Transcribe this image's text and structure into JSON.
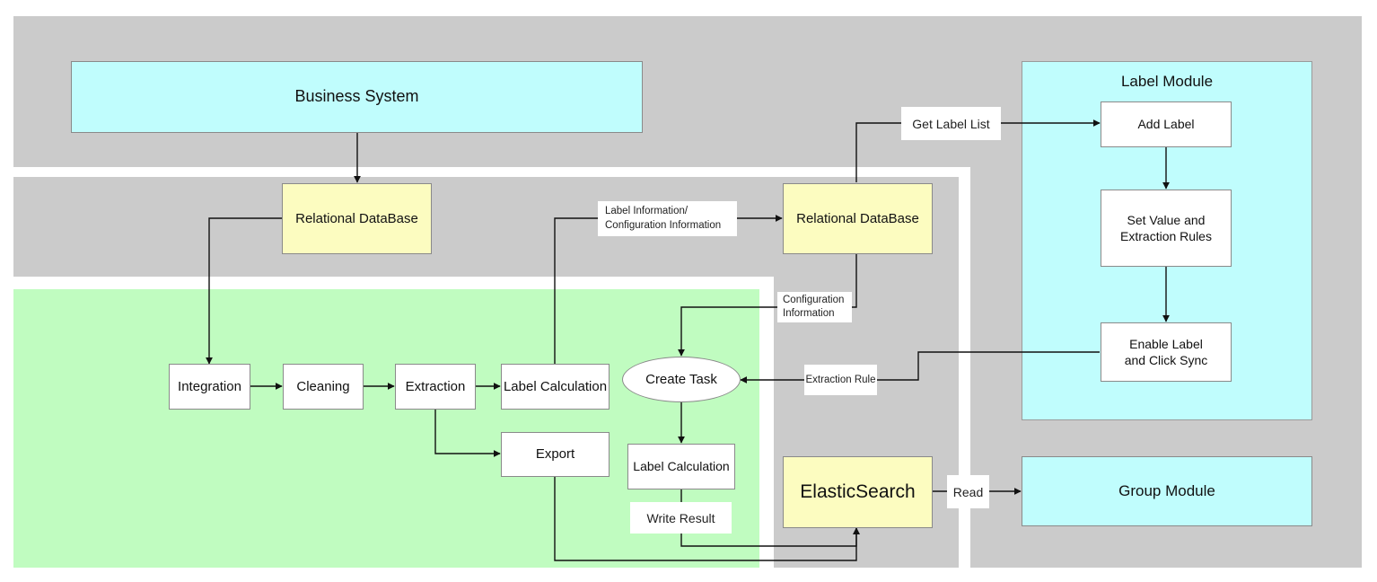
{
  "colors": {
    "region_gray": "#cbcbcb",
    "region_green": "#c0fcc0",
    "box_cyan": "#c0fdfd",
    "box_yellow": "#fcfcc0",
    "line": "#111111"
  },
  "nodes": {
    "business_system": "Business System",
    "relational_db_left": "Relational DataBase",
    "relational_db_right": "Relational DataBase",
    "integration": "Integration",
    "cleaning": "Cleaning",
    "extraction": "Extraction",
    "label_calculation_left": "Label Calculation",
    "export": "Export",
    "create_task": "Create Task",
    "label_calculation_right": "Label Calculation",
    "elasticsearch": "ElasticSearch",
    "group_module": "Group Module"
  },
  "label_module": {
    "title": "Label Module",
    "add_label": "Add Label",
    "set_value_line1": "Set Value and",
    "set_value_line2": "Extraction Rules",
    "enable_line1": "Enable Label",
    "enable_line2": "and Click Sync"
  },
  "edge_labels": {
    "get_label_list": "Get Label List",
    "label_info_line1": "Label Information/",
    "label_info_line2": "Configuration Information",
    "config_line1": "Configuration",
    "config_line2": "Information",
    "extraction_rule": "Extraction Rule",
    "write_result": "Write Result",
    "read": "Read"
  }
}
